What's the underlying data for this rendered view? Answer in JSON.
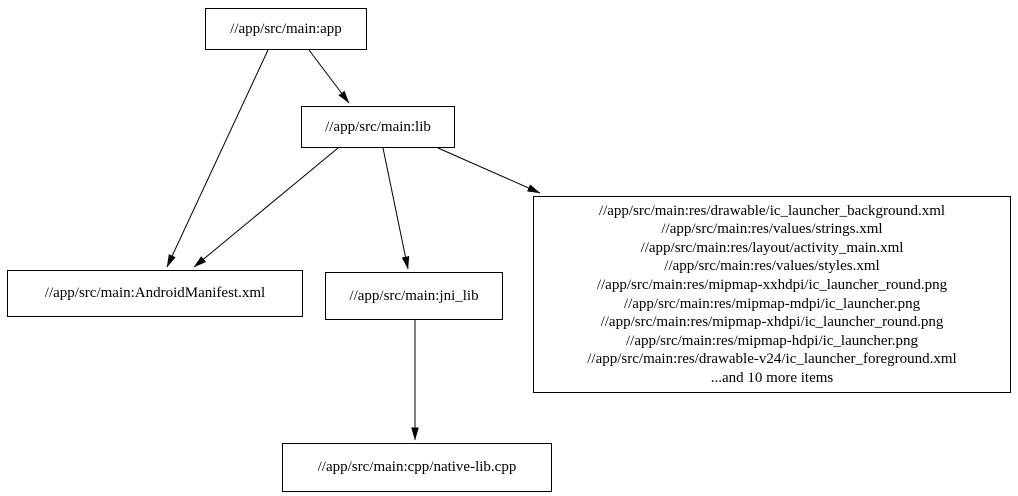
{
  "graph": {
    "background": "#ffffff",
    "stroke_color": "#000000",
    "nodes": {
      "app": {
        "label": "//app/src/main:app"
      },
      "lib": {
        "label": "//app/src/main:lib"
      },
      "android_manifest": {
        "label": "//app/src/main:AndroidManifest.xml"
      },
      "jni_lib": {
        "label": "//app/src/main:jni_lib"
      },
      "native_lib_cpp": {
        "label": "//app/src/main:cpp/native-lib.cpp"
      },
      "res_group": {
        "lines": [
          "//app/src/main:res/drawable/ic_launcher_background.xml",
          "//app/src/main:res/values/strings.xml",
          "//app/src/main:res/layout/activity_main.xml",
          "//app/src/main:res/values/styles.xml",
          "//app/src/main:res/mipmap-xxhdpi/ic_launcher_round.png",
          "//app/src/main:res/mipmap-mdpi/ic_launcher.png",
          "//app/src/main:res/mipmap-xhdpi/ic_launcher_round.png",
          "//app/src/main:res/mipmap-hdpi/ic_launcher.png",
          "//app/src/main:res/drawable-v24/ic_launcher_foreground.xml",
          "...and 10 more items"
        ]
      }
    },
    "edges": [
      {
        "from": "app",
        "to": "lib"
      },
      {
        "from": "app",
        "to": "android_manifest"
      },
      {
        "from": "lib",
        "to": "android_manifest"
      },
      {
        "from": "lib",
        "to": "jni_lib"
      },
      {
        "from": "lib",
        "to": "res_group"
      },
      {
        "from": "jni_lib",
        "to": "native_lib_cpp"
      }
    ]
  }
}
